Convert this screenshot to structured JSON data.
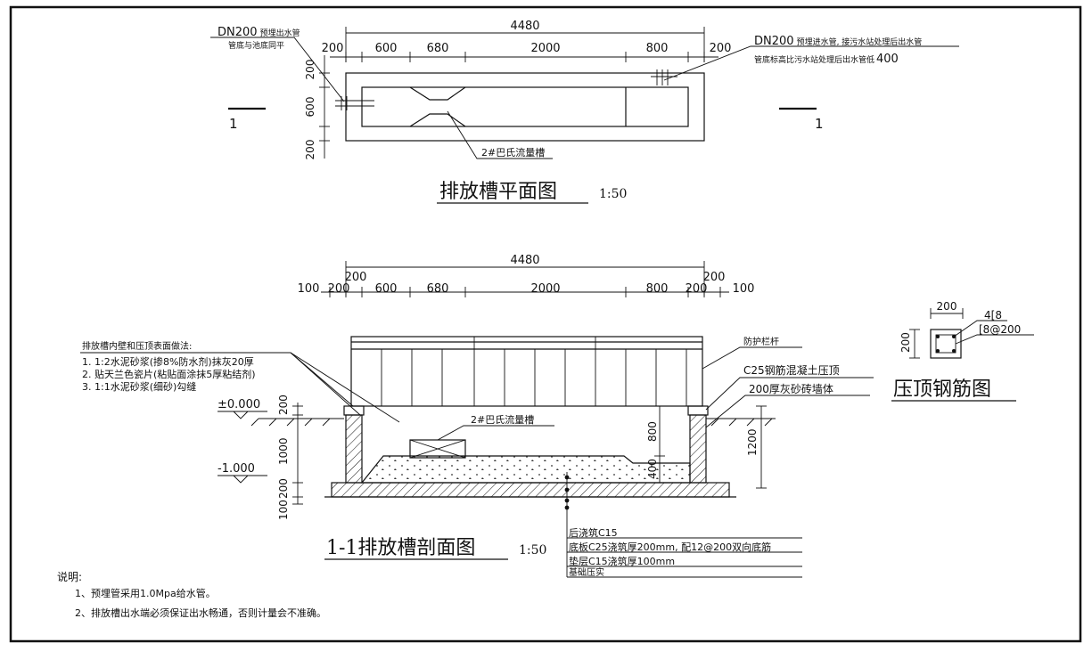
{
  "plan": {
    "title": "排放槽平面图",
    "scale": "1:50",
    "dim_total": "4480",
    "dims": [
      "200",
      "600",
      "680",
      "2000",
      "800",
      "200"
    ],
    "dims_side": [
      "200",
      "600",
      "200"
    ],
    "section_mark_left": "1",
    "section_mark_right": "1",
    "outlet_pipe": "DN200",
    "outlet_pipe_note": "预埋出水管",
    "outlet_pipe_note2": "管底与池底同平",
    "inlet_pipe": "DN200",
    "inlet_pipe_note": "预埋进水管, 接污水站处理后出水管",
    "inlet_pipe_note2": "管底标高比污水站处理后出水管低",
    "inlet_pipe_value": "400",
    "flume_label": "2#巴氏流量槽"
  },
  "section": {
    "title": "1-1排放槽剖面图",
    "scale": "1:50",
    "dim_total": "4480",
    "dims": [
      "100",
      "200",
      "600",
      "680",
      "2000",
      "800",
      "200",
      "100"
    ],
    "dim_200_top_left": "200",
    "dim_200_top_right": "200",
    "finish_title": "排放槽内壁和压顶表面做法:",
    "finish_items": [
      "1. 1:2水泥砂浆(掺8%防水剂)抹灰20厚",
      "2. 贴天兰色瓷片(粘贴面涂抹5厚粘结剂)",
      "3. 1:1水泥砂浆(细砂)勾缝"
    ],
    "level_top": "±0.000",
    "level_bottom": "-1.000",
    "dims_left": [
      "200",
      "1000",
      "200",
      "100"
    ],
    "dims_inner": [
      "800",
      "400"
    ],
    "dim_right": "1200",
    "flume_label": "2#巴氏流量槽",
    "railing_label": "防护栏杆",
    "coping_label": "C25钢筋混凝土压顶",
    "wall_label": "200厚灰砂砖墙体",
    "layers": [
      "后浇筑C15",
      "底板C25浇筑厚200mm, 配12@200双向底筋",
      "垫层C15浇筑厚100mm",
      "基础压实"
    ]
  },
  "coping_rebar": {
    "title": "压顶钢筋图",
    "dim_w": "200",
    "dim_h": "200",
    "bar_main": "4[8",
    "bar_stirrup": "[8@200"
  },
  "notes": {
    "heading": "说明:",
    "items": [
      "1、预埋管采用1.0Mpa给水管。",
      "2、排放槽出水端必须保证出水畅通，否则计量会不准确。"
    ]
  }
}
